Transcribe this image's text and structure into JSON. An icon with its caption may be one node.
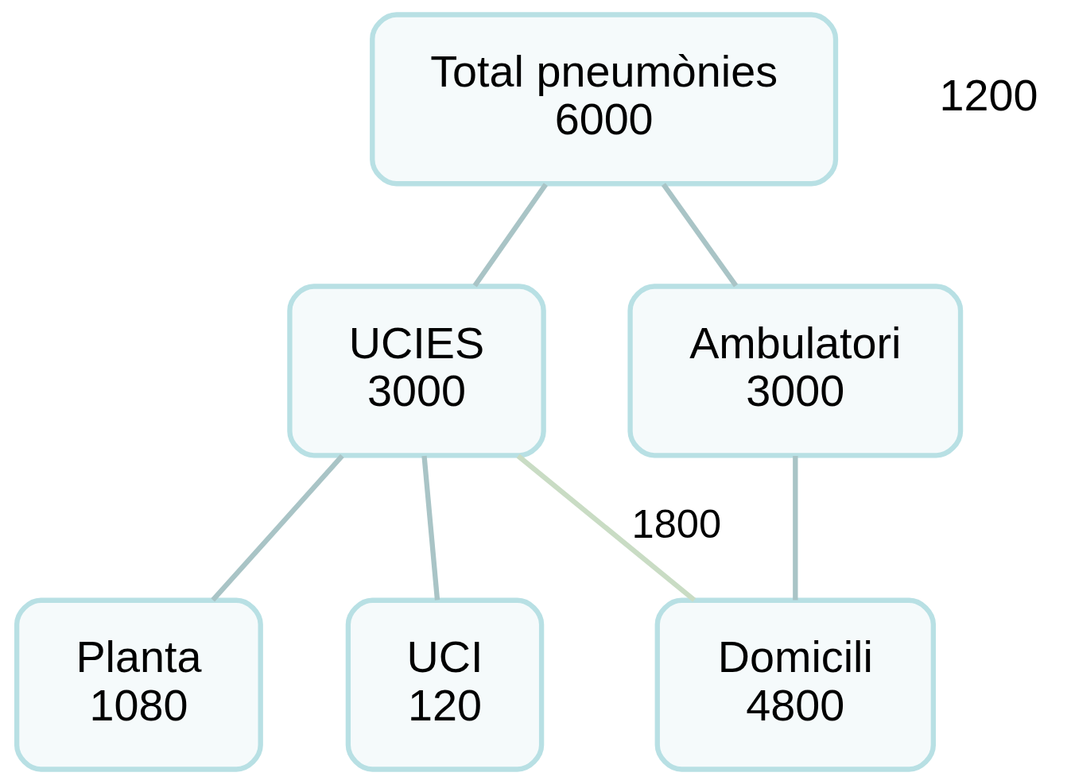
{
  "diagram": {
    "nodes": [
      {
        "text": [
          "Total pneumònies",
          "6000"
        ]
      },
      {
        "text": [
          "UCIES",
          "3000"
        ]
      },
      {
        "text": [
          "Ambulatori",
          "3000"
        ]
      },
      {
        "text": [
          "Planta",
          "1080"
        ]
      },
      {
        "text": [
          "UCI",
          "120"
        ]
      },
      {
        "text": [
          "Domicili",
          "4800"
        ]
      }
    ],
    "edges": [
      {
        "from": 0,
        "to": 1,
        "arrow": "none"
      },
      {
        "from": 0,
        "to": 2,
        "arrow": "none"
      },
      {
        "from": 1,
        "to": 3,
        "arrow": "none"
      },
      {
        "from": 1,
        "to": 4,
        "arrow": "none"
      },
      {
        "from": 2,
        "to": 5,
        "arrow": "none"
      },
      {
        "from": 1,
        "to": 5,
        "arrow": "none",
        "label": "1800",
        "color": "#c9dcc4"
      }
    ],
    "labels": [
      "1200"
    ]
  }
}
